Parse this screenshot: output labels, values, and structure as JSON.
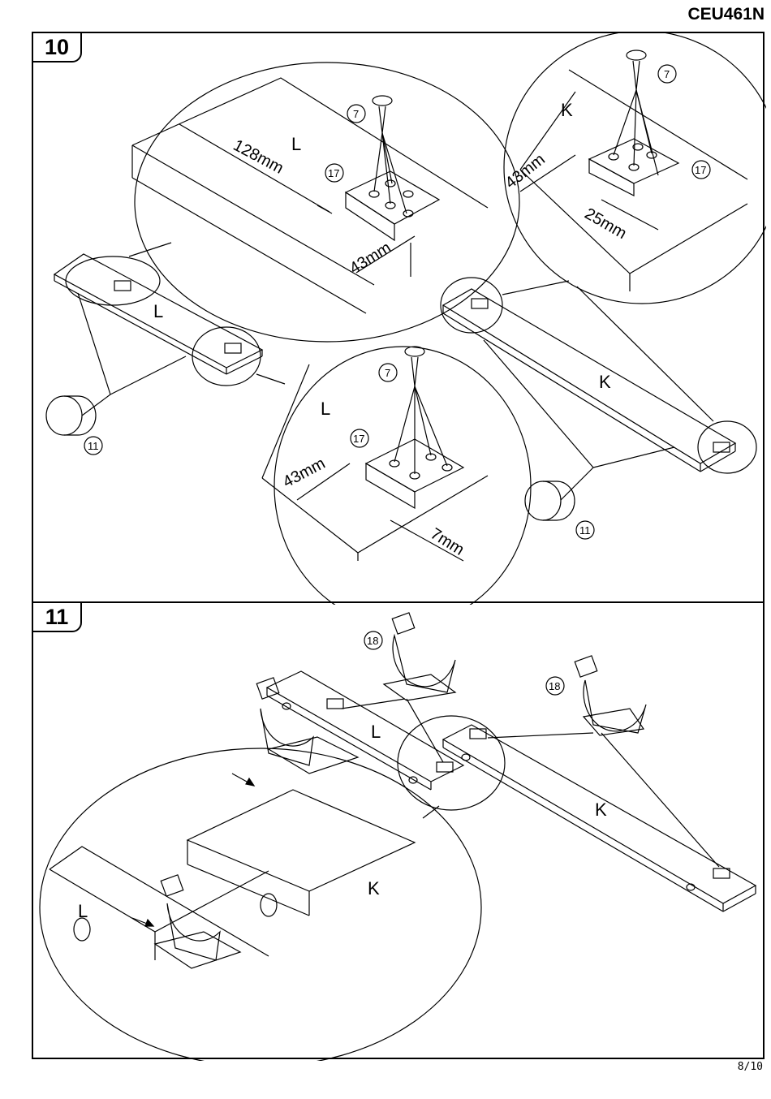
{
  "header": {
    "model_code": "CEU461N"
  },
  "footer": {
    "page_number": "8/10"
  },
  "step10": {
    "step_number": "10",
    "part_labels": {
      "L": "L",
      "K": "K"
    },
    "callouts": {
      "screw": "7",
      "bracket": "17",
      "knob": "11"
    },
    "dimensions": {
      "left_offset": "128mm",
      "edge_offset": "43mm",
      "depth_offset_k": "25mm",
      "depth_offset_l": "7mm"
    }
  },
  "step11": {
    "step_number": "11",
    "part_labels": {
      "L": "L",
      "K": "K"
    },
    "callouts": {
      "clip": "18"
    }
  }
}
